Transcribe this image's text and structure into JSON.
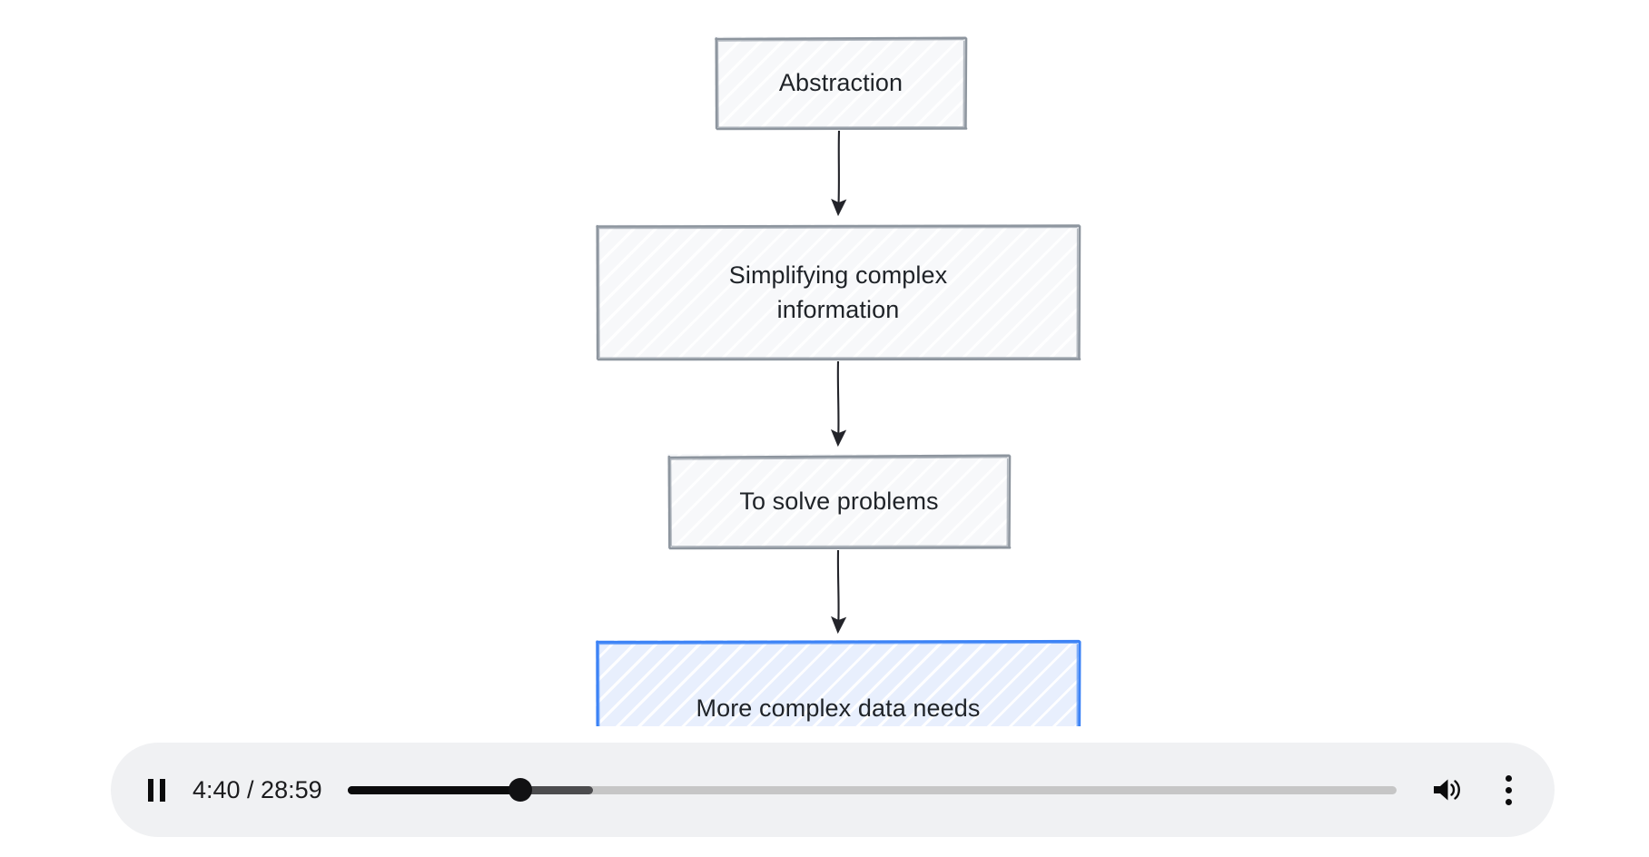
{
  "diagram": {
    "type": "flowchart",
    "style": "hand-drawn-sketch",
    "colors": {
      "node_fill": "#f7f8fa",
      "node_stroke": "#8d959e",
      "accent_fill": "#e8effd",
      "accent_stroke": "#3b82f6",
      "edge": "#23242a",
      "text": "#1f2328"
    },
    "nodes": [
      {
        "id": "abstraction",
        "label": "Abstraction",
        "highlighted": false
      },
      {
        "id": "simplifying",
        "label": "Simplifying complex information",
        "line1": "Simplifying complex",
        "line2": "information",
        "highlighted": false
      },
      {
        "id": "solve",
        "label": "To solve problems",
        "highlighted": false
      },
      {
        "id": "data-needs",
        "label": "More complex data needs",
        "highlighted": true
      }
    ],
    "edges": [
      {
        "from": "abstraction",
        "to": "simplifying",
        "arrow": "down"
      },
      {
        "from": "simplifying",
        "to": "solve",
        "arrow": "down"
      },
      {
        "from": "solve",
        "to": "data-needs",
        "arrow": "down"
      }
    ]
  },
  "player": {
    "state": "playing",
    "play_pause_label": "Pause",
    "current_time": "4:40",
    "duration": "28:59",
    "time_display": "4:40 / 28:59",
    "played_percent": 16.5,
    "buffered_percent": 23.4,
    "volume_label": "Volume",
    "volume_state": "on",
    "more_options_label": "More options",
    "background_color": "#f0f1f3"
  }
}
